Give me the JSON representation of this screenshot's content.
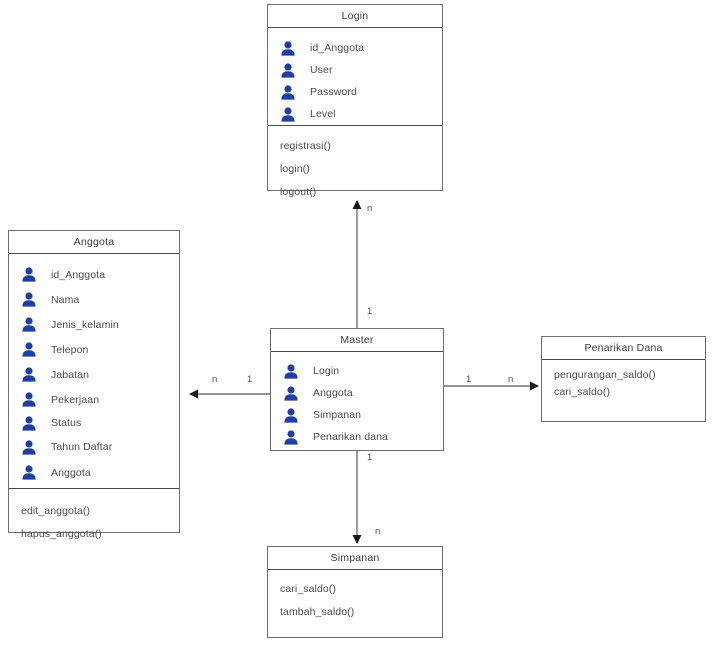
{
  "diagram": {
    "type": "uml-class-diagram",
    "background": "#ffffff",
    "line_color": "#6e6e6e",
    "icon_color": "#1f3fa8",
    "text_color": "#4a4a4a"
  },
  "classes": {
    "login": {
      "title": "Login",
      "attributes": [
        {
          "name": "id_Anggota",
          "icon": "person-icon"
        },
        {
          "name": "User",
          "icon": "person-icon"
        },
        {
          "name": "Password",
          "icon": "person-icon"
        },
        {
          "name": "Level",
          "icon": "person-icon"
        }
      ],
      "operations": [
        "registrasi()",
        "login()",
        "logout()"
      ]
    },
    "anggota": {
      "title": "Anggota",
      "attributes": [
        {
          "name": "id_Anggota",
          "icon": "person-icon"
        },
        {
          "name": "Nama",
          "icon": "person-icon"
        },
        {
          "name": "Jenis_kelamin",
          "icon": "person-icon"
        },
        {
          "name": "Telepon",
          "icon": "person-icon"
        },
        {
          "name": "Jabatan",
          "icon": "person-icon"
        },
        {
          "name": "Pekerjaan",
          "icon": "person-icon"
        },
        {
          "name": "Status",
          "icon": "person-icon"
        },
        {
          "name": "Tahun Daftar",
          "icon": "person-icon"
        },
        {
          "name": "Anggota",
          "icon": "person-icon"
        }
      ],
      "operations": [
        "edit_anggota()",
        "hapus_anggota()"
      ]
    },
    "master": {
      "title": "Master",
      "attributes": [
        {
          "name": "Login",
          "icon": "person-icon"
        },
        {
          "name": "Anggota",
          "icon": "person-icon"
        },
        {
          "name": "Simpanan",
          "icon": "person-icon"
        },
        {
          "name": "Penarikan dana",
          "icon": "person-icon"
        }
      ],
      "operations": []
    },
    "penarikan_dana": {
      "title": "Penarikan Dana",
      "attributes": [],
      "operations": [
        "pengurangan_saldo()",
        "cari_saldo()"
      ]
    },
    "simpanan": {
      "title": "Simpanan",
      "attributes": [],
      "operations": [
        "cari_saldo()",
        "tambah_saldo()"
      ]
    }
  },
  "associations": [
    {
      "id": "master-login",
      "from": "master",
      "to": "login",
      "direction": "up",
      "near_label": "1",
      "far_label": "n"
    },
    {
      "id": "master-anggota",
      "from": "master",
      "to": "anggota",
      "direction": "left",
      "near_label": "1",
      "far_label": "n"
    },
    {
      "id": "master-penarikan",
      "from": "master",
      "to": "penarikan_dana",
      "direction": "right",
      "near_label": "1",
      "far_label": "n"
    },
    {
      "id": "master-simpanan",
      "from": "master",
      "to": "simpanan",
      "direction": "down",
      "near_label": "1",
      "far_label": "n"
    }
  ]
}
